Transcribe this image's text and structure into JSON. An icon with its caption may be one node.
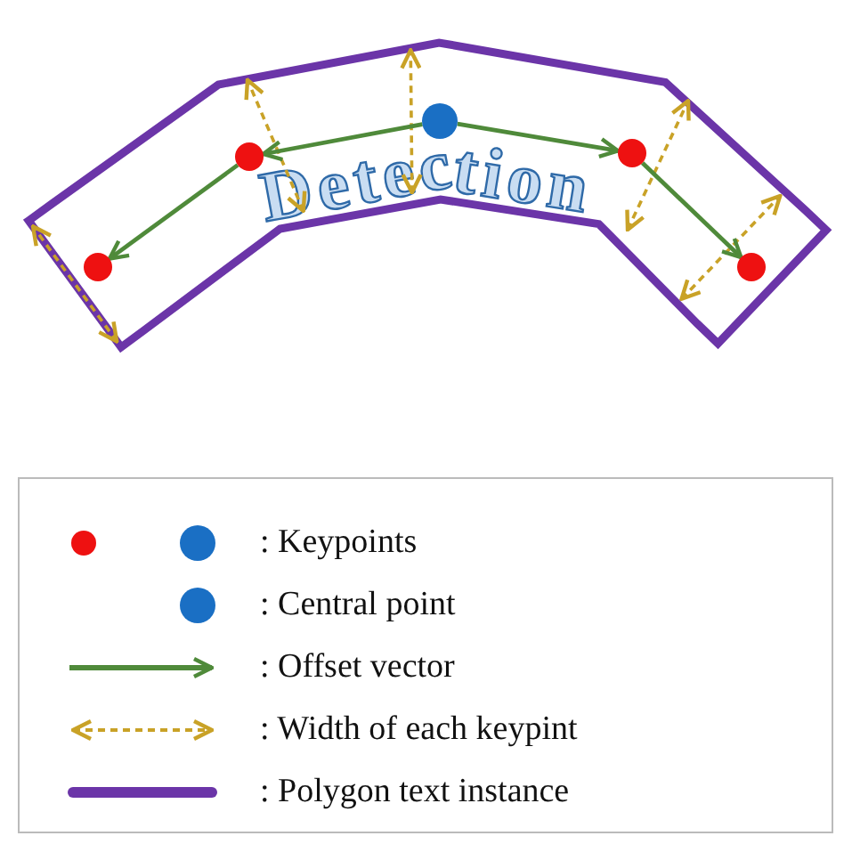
{
  "diagram": {
    "nodes": [
      {
        "text": [],
        "shape": "circle"
      },
      {
        "text": [],
        "shape": "circle"
      },
      {
        "text": [],
        "shape": "circle"
      },
      {
        "text": [],
        "shape": "circle"
      },
      {
        "text": [],
        "shape": "circle"
      }
    ],
    "edges": [
      {
        "from": 2,
        "to": 1,
        "arrow": "to"
      },
      {
        "from": 1,
        "to": 0,
        "arrow": "to"
      },
      {
        "from": 2,
        "to": 3,
        "arrow": "to"
      },
      {
        "from": 3,
        "to": 4,
        "arrow": "to"
      }
    ],
    "labels": [
      "Detection"
    ],
    "legend": [
      {
        "text": ": Keypoints"
      },
      {
        "text": ": Central point"
      },
      {
        "text": ": Offset vector"
      },
      {
        "text": ": Width of each keypint"
      },
      {
        "text": ": Polygon text instance"
      }
    ]
  }
}
